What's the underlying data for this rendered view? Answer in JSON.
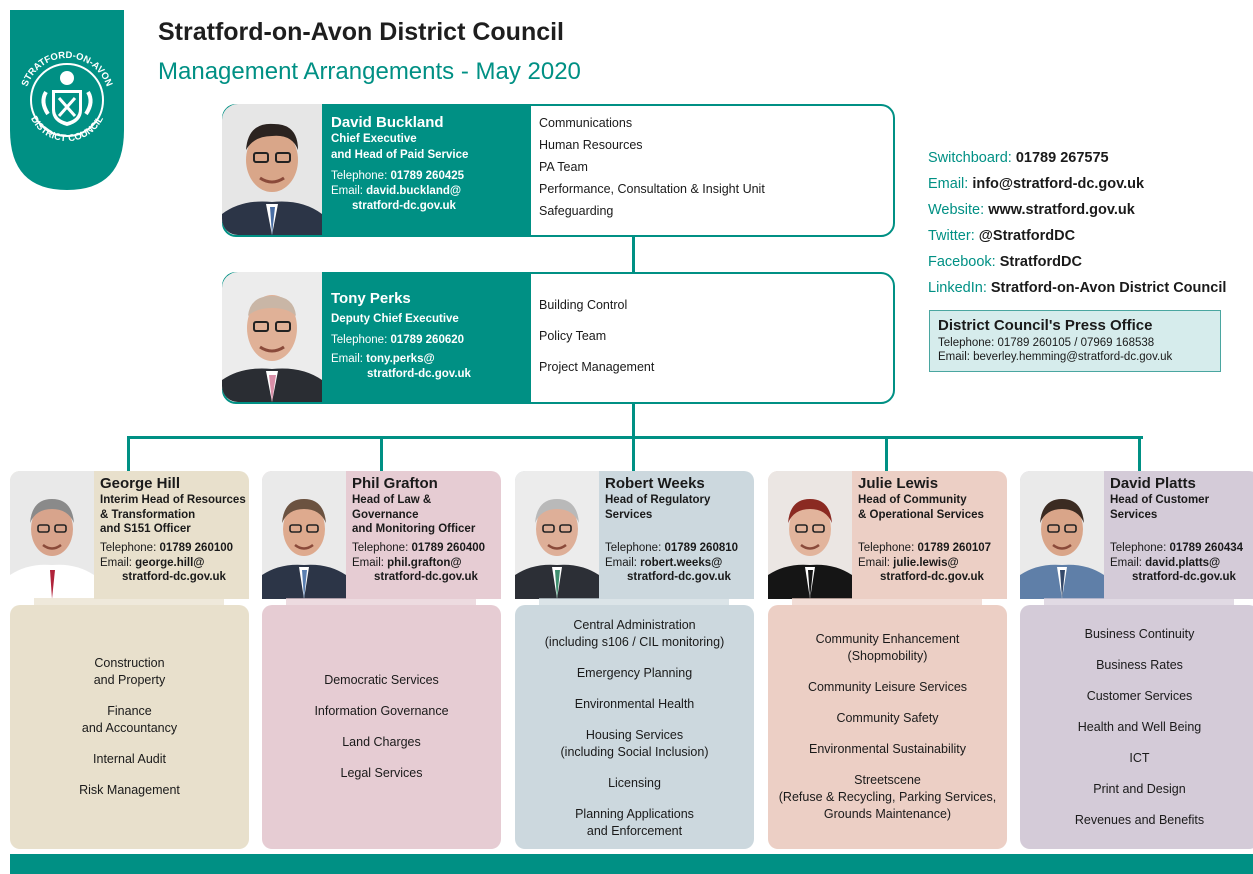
{
  "title": "Stratford-on-Avon District Council",
  "subtitle": "Management Arrangements - May 2020",
  "crest": {
    "text_top": "STRATFORD-ON-AVON",
    "text_bottom": "DISTRICT COUNCIL"
  },
  "colors": {
    "brand": "#009084",
    "press_bg": "#d6ecec"
  },
  "chief": {
    "name": "David Buckland",
    "role1": "Chief Executive",
    "role2": "and Head of Paid Service",
    "tel_label": "Telephone:",
    "tel": "01789 260425",
    "email_label": "Email:",
    "email1": "david.buckland@",
    "email2": "stratford-dc.gov.uk",
    "responsibilities": [
      "Communications",
      "Human Resources",
      "PA Team",
      "Performance, Consultation & Insight Unit",
      "Safeguarding"
    ]
  },
  "deputy": {
    "name": "Tony Perks",
    "role1": "Deputy Chief Executive",
    "tel_label": "Telephone:",
    "tel": "01789 260620",
    "email_label": "Email:",
    "email1": "tony.perks@",
    "email2": "stratford-dc.gov.uk",
    "responsibilities": [
      "Building Control",
      "Policy Team",
      "Project Management"
    ]
  },
  "contact": {
    "switchboard_label": "Switchboard:",
    "switchboard": "01789 267575",
    "email_label": "Email:",
    "email": "info@stratford-dc.gov.uk",
    "website_label": "Website:",
    "website": "www.stratford.gov.uk",
    "twitter_label": "Twitter:",
    "twitter": "@StratfordDC",
    "facebook_label": "Facebook:",
    "facebook": "StratfordDC",
    "linkedin_label": "LinkedIn:",
    "linkedin": "Stratford-on-Avon District Council"
  },
  "press": {
    "title": "District Council's Press Office",
    "telephone": "Telephone: 01789 260105 / 07969 168538",
    "email": "Email: beverley.hemming@stratford-dc.gov.uk"
  },
  "heads": [
    {
      "name": "George Hill",
      "roles": [
        "Interim Head of Resources",
        "& Transformation",
        "and S151 Officer"
      ],
      "tel_label": "Telephone:",
      "tel": "01789 260100",
      "email_label": "Email:",
      "email1": "george.hill@",
      "email2": "stratford-dc.gov.uk",
      "color": "#e8e0cc",
      "services": [
        [
          "Construction",
          "and Property"
        ],
        [
          "Finance",
          "and Accountancy"
        ],
        [
          "Internal Audit"
        ],
        [
          "Risk Management"
        ]
      ]
    },
    {
      "name": "Phil Grafton",
      "roles": [
        "Head of Law &",
        "Governance",
        "and Monitoring Officer"
      ],
      "tel_label": "Telephone:",
      "tel": "01789 260400",
      "email_label": "Email:",
      "email1": "phil.grafton@",
      "email2": "stratford-dc.gov.uk",
      "color": "#e6ccd3",
      "services": [
        [
          "Democratic Services"
        ],
        [
          "Information Governance"
        ],
        [
          "Land Charges"
        ],
        [
          "Legal Services"
        ]
      ]
    },
    {
      "name": "Robert Weeks",
      "roles": [
        "Head of Regulatory",
        "Services"
      ],
      "tel_label": "Telephone:",
      "tel": "01789 260810",
      "email_label": "Email:",
      "email1": "robert.weeks@",
      "email2": "stratford-dc.gov.uk",
      "color": "#ccd8de",
      "services": [
        [
          "Central Administration",
          "(including s106 / CIL monitoring)"
        ],
        [
          "Emergency Planning"
        ],
        [
          "Environmental Health"
        ],
        [
          "Housing Services",
          "(including Social Inclusion)"
        ],
        [
          "Licensing"
        ],
        [
          "Planning Applications",
          "and Enforcement"
        ]
      ]
    },
    {
      "name": "Julie Lewis",
      "roles": [
        "Head of Community",
        "& Operational Services"
      ],
      "tel_label": "Telephone:",
      "tel": "01789 260107",
      "email_label": "Email:",
      "email1": "julie.lewis@",
      "email2": "stratford-dc.gov.uk",
      "color": "#eccfc5",
      "services": [
        [
          "Community Enhancement",
          "(Shopmobility)"
        ],
        [
          "Community Leisure Services"
        ],
        [
          "Community Safety"
        ],
        [
          "Environmental Sustainability"
        ],
        [
          "Streetscene",
          "(Refuse & Recycling, Parking Services,",
          "Grounds Maintenance)"
        ]
      ]
    },
    {
      "name": "David Platts",
      "roles": [
        "Head of Customer",
        "Services"
      ],
      "tel_label": "Telephone:",
      "tel": "01789 260434",
      "email_label": "Email:",
      "email1": "david.platts@",
      "email2": "stratford-dc.gov.uk",
      "color": "#d4cbd8",
      "services": [
        [
          "Business Continuity"
        ],
        [
          "Business Rates"
        ],
        [
          "Customer Services"
        ],
        [
          "Health and Well Being"
        ],
        [
          "ICT"
        ],
        [
          "Print and Design"
        ],
        [
          "Revenues and Benefits"
        ]
      ]
    }
  ]
}
